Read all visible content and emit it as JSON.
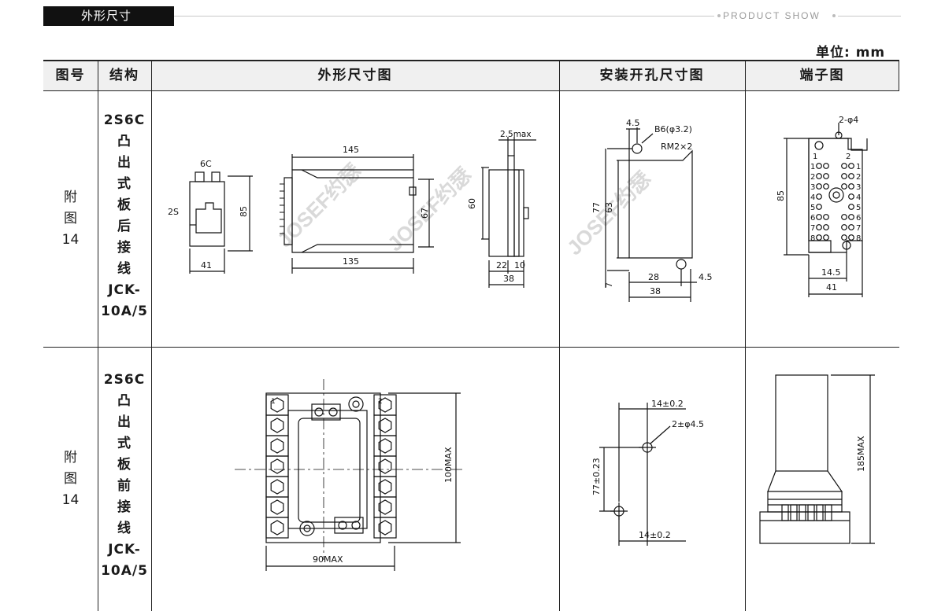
{
  "header": {
    "tab_title": "外形尺寸",
    "product_show": "PRODUCT SHOW",
    "unit": "单位:  mm"
  },
  "table": {
    "columns": [
      "图号",
      "结构",
      "外形尺寸图",
      "安装开孔尺寸图",
      "端子图"
    ],
    "rows": [
      {
        "figure": [
          "附",
          "图",
          "14"
        ],
        "structure": [
          "2S6C",
          "凸",
          "出",
          "式",
          "板",
          "后",
          "接",
          "线",
          "JCK-",
          "10A/5"
        ],
        "outline_dims": {
          "side_top": "6C",
          "side_left": "2S",
          "side_height": "85",
          "side_width": "41",
          "top_length": "145",
          "bottom_length": "135",
          "right_height": "67",
          "end_top": "2.5max",
          "end_left": "60",
          "end_b1": "22",
          "end_b2": "10",
          "end_bottom": "38"
        },
        "mounting_dims": {
          "top_offset": "4.5",
          "hole": "B6(φ3.2)",
          "radius": "RM2×2",
          "h_outer": "77",
          "h_inner": "63",
          "bottom_offset": "7",
          "w_inner": "28",
          "w_right": "4.5",
          "w_total": "38"
        },
        "terminal_dims": {
          "holes": "2-φ4",
          "height": "85",
          "w_inner": "14.5",
          "w_total": "41",
          "col_left": "1",
          "col_right": "2",
          "row_numbers": [
            "1",
            "2",
            "3",
            "4",
            "5",
            "6",
            "7",
            "8"
          ]
        },
        "watermark": "JOSEF约瑟"
      },
      {
        "figure": [
          "附",
          "图",
          "14"
        ],
        "structure": [
          "2S6C",
          "凸",
          "出",
          "式",
          "板",
          "前",
          "接",
          "线",
          "JCK-",
          "10A/5"
        ],
        "outline_dims": {
          "height": "100MAX",
          "width": "90MAX",
          "sock_left": "1",
          "sock_right": "2"
        },
        "mounting_dims": {
          "top": "14±0.2",
          "holes": "2±φ4.5",
          "height": "77±0.23",
          "bottom": "14±0.2"
        },
        "terminal_dims": {
          "height": "185MAX"
        }
      }
    ]
  }
}
